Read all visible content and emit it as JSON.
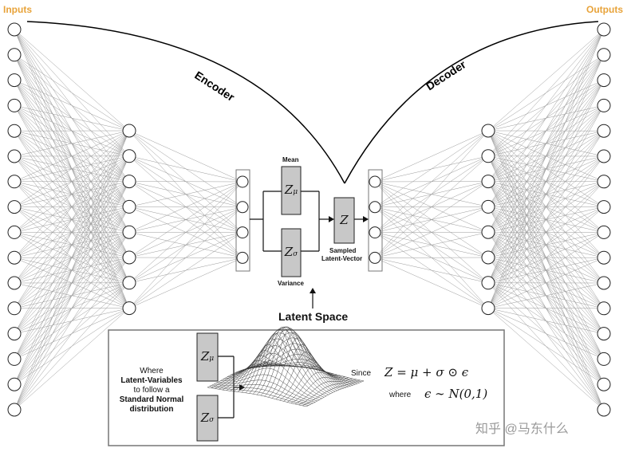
{
  "labels": {
    "inputs": "Inputs",
    "outputs": "Outputs",
    "encoder": "Encoder",
    "decoder": "Decoder",
    "mean": "Mean",
    "variance": "Variance",
    "sampled_line1": "Sampled",
    "sampled_line2": "Latent-Vector",
    "latent_space": "Latent Space"
  },
  "boxes": {
    "z_mu": "Z",
    "z_mu_sub": "μ",
    "z_sigma": "Z",
    "z_sigma_sub": "σ",
    "z": "Z"
  },
  "note": {
    "line1": "Where",
    "line2": "Latent-Variables",
    "line3": "to follow a",
    "line4": "Standard Normal",
    "line5": "distribution"
  },
  "equations": {
    "since_label": "Since",
    "since_eq": "Z = μ + σ ⊙ ϵ",
    "where_label": "where",
    "where_eq": "ϵ ∼ N(0,1)"
  },
  "watermark": "知乎 @马东什么",
  "network": {
    "input_nodes": 16,
    "hidden_nodes": 8,
    "bottleneck_nodes": 4
  },
  "colors": {
    "io_label": "#e8a33a",
    "box_fill": "#c8c8c8",
    "edge": "#9a9a9a",
    "node_stroke": "#222222"
  }
}
